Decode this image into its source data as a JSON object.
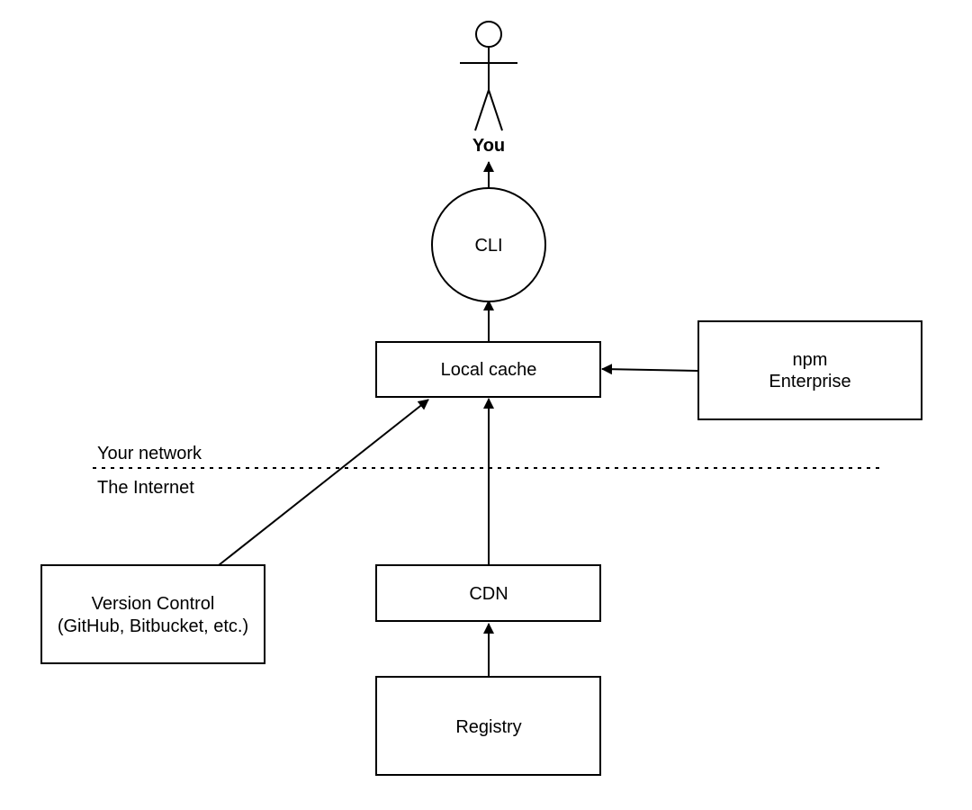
{
  "actor": {
    "label": "You"
  },
  "nodes": {
    "cli": "CLI",
    "local_cache": "Local cache",
    "npm_enterprise": [
      "npm",
      "Enterprise"
    ],
    "version_control": [
      "Version Control",
      "(GitHub, Bitbucket, etc.)"
    ],
    "cdn": "CDN",
    "registry": "Registry"
  },
  "boundary": {
    "upper_label": "Your network",
    "lower_label": "The Internet"
  },
  "edges": [
    {
      "from": "cli",
      "to": "actor"
    },
    {
      "from": "local_cache",
      "to": "cli"
    },
    {
      "from": "npm_enterprise",
      "to": "local_cache"
    },
    {
      "from": "version_control",
      "to": "local_cache"
    },
    {
      "from": "cdn",
      "to": "local_cache"
    },
    {
      "from": "registry",
      "to": "cdn"
    }
  ]
}
